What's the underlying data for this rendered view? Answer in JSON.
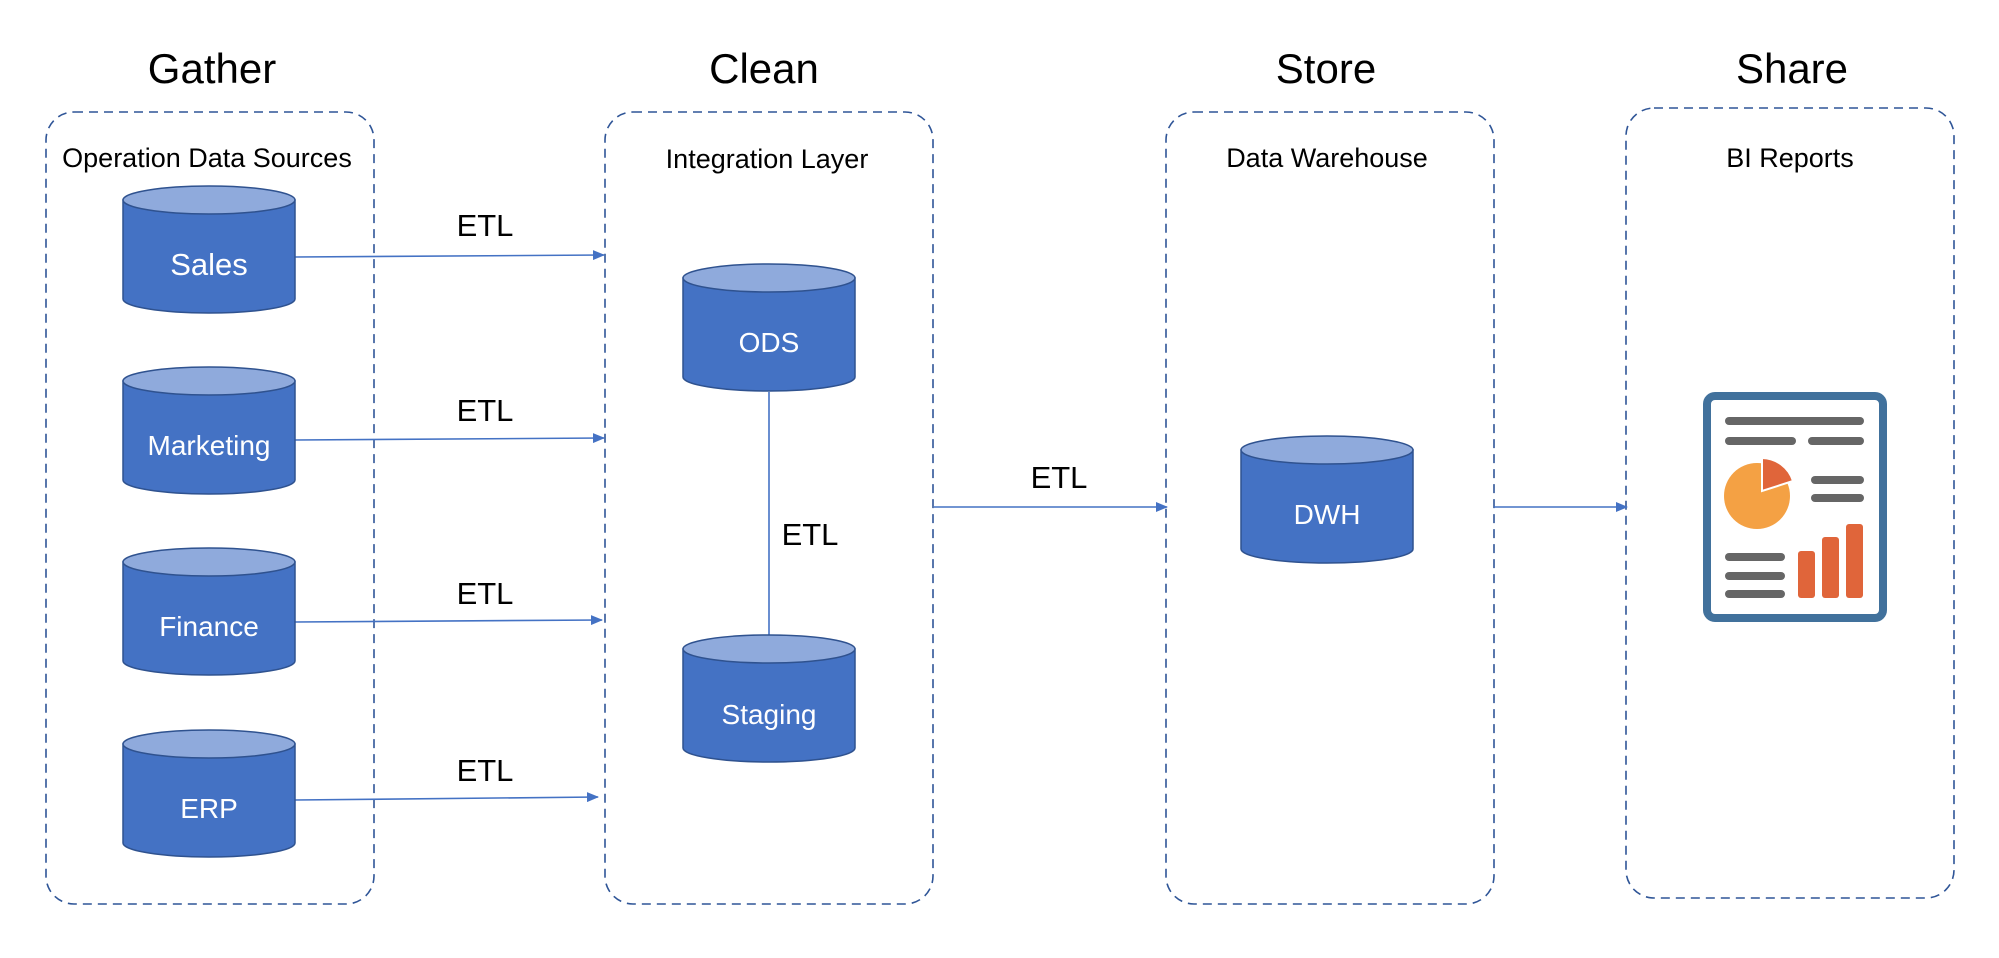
{
  "colors": {
    "db_side": "#4472c4",
    "db_top": "#8faadc",
    "db_stroke": "#2f528f",
    "panel_border": "#2f5597",
    "arrow": "#4472c4",
    "report_frame": "#41719c",
    "report_lines": "#666666",
    "report_pie": "#f4a144",
    "report_pie_slice": "#e0653a",
    "report_bars": "#e0653a"
  },
  "stages": [
    {
      "title": "Gather",
      "panel_label": "Operation Data Sources"
    },
    {
      "title": "Clean",
      "panel_label": "Integration Layer"
    },
    {
      "title": "Store",
      "panel_label": "Data Warehouse"
    },
    {
      "title": "Share",
      "panel_label": "BI Reports"
    }
  ],
  "sources": [
    {
      "label": "Sales",
      "edge_label": "ETL"
    },
    {
      "label": "Marketing",
      "edge_label": "ETL"
    },
    {
      "label": "Finance",
      "edge_label": "ETL"
    },
    {
      "label": "ERP",
      "edge_label": "ETL"
    }
  ],
  "integration": {
    "ods_label": "ODS",
    "staging_label": "Staging",
    "link_label": "ETL"
  },
  "warehouse": {
    "dwh_label": "DWH",
    "inbound_label": "ETL"
  },
  "report": {
    "icon": "bi-report-icon"
  }
}
